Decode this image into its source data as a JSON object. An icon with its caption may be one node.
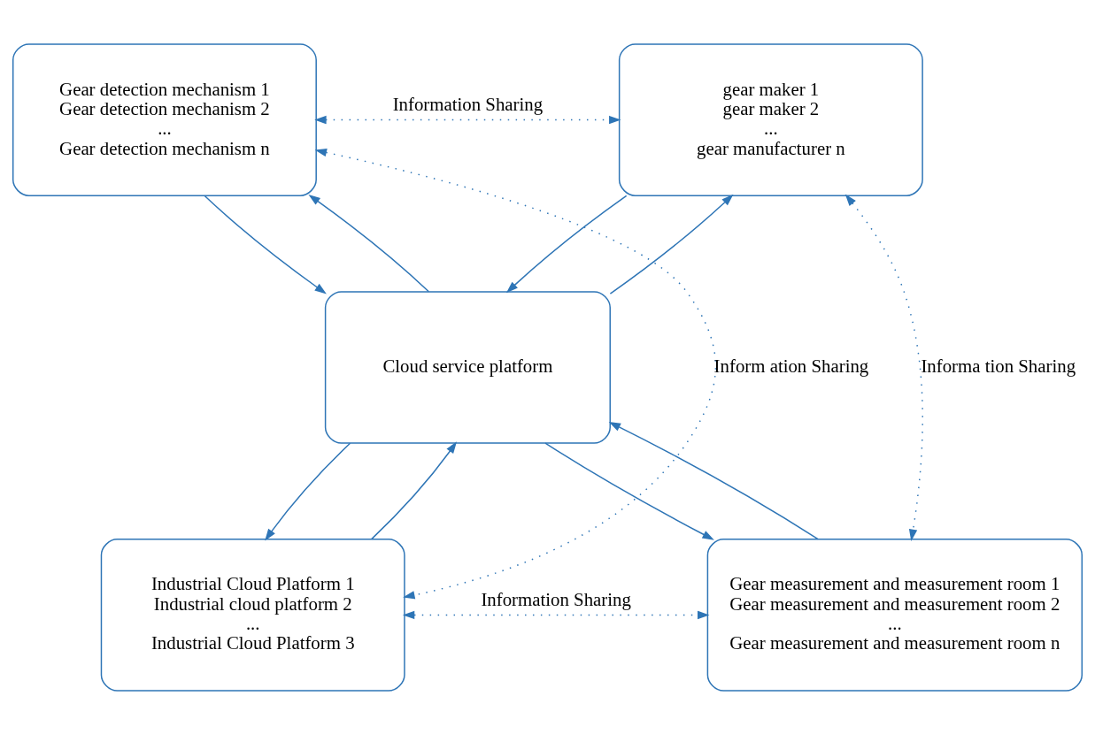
{
  "diagram": {
    "nodes": [
      {
        "text": [
          "Gear detection mechanism 1",
          "Gear detection mechanism 2",
          "...",
          "Gear detection mechanism n"
        ]
      },
      {
        "text": [
          "gear maker 1",
          "gear maker 2",
          "...",
          "gear manufacturer n"
        ]
      },
      {
        "text": [
          "Cloud service platform"
        ]
      },
      {
        "text": [
          "Industrial Cloud Platform 1",
          "Industrial cloud platform 2",
          "...",
          "Industrial Cloud Platform 3"
        ]
      },
      {
        "text": [
          "Gear measurement and measurement room 1",
          "Gear measurement and measurement room 2",
          "...",
          "Gear measurement and measurement room n"
        ]
      }
    ],
    "edges": [
      {
        "from": 0,
        "to": 1,
        "arrow": "both",
        "style": "dashed",
        "label": "Information Sharing"
      },
      {
        "from": 0,
        "to": 3,
        "arrow": "both",
        "style": "dashed",
        "label": "Inform ation Sharing"
      },
      {
        "from": 1,
        "to": 4,
        "arrow": "both",
        "style": "dashed",
        "label": "Informa tion Sharing"
      },
      {
        "from": 3,
        "to": 4,
        "arrow": "both",
        "style": "dashed",
        "label": "Information Sharing"
      },
      {
        "from": 0,
        "to": 2,
        "arrow": "to"
      },
      {
        "from": 2,
        "to": 0,
        "arrow": "to"
      },
      {
        "from": 1,
        "to": 2,
        "arrow": "to"
      },
      {
        "from": 2,
        "to": 1,
        "arrow": "to"
      },
      {
        "from": 2,
        "to": 4,
        "arrow": "to"
      },
      {
        "from": 4,
        "to": 2,
        "arrow": "to"
      },
      {
        "from": 2,
        "to": 3,
        "arrow": "to"
      },
      {
        "from": 3,
        "to": 2,
        "arrow": "to"
      }
    ]
  }
}
